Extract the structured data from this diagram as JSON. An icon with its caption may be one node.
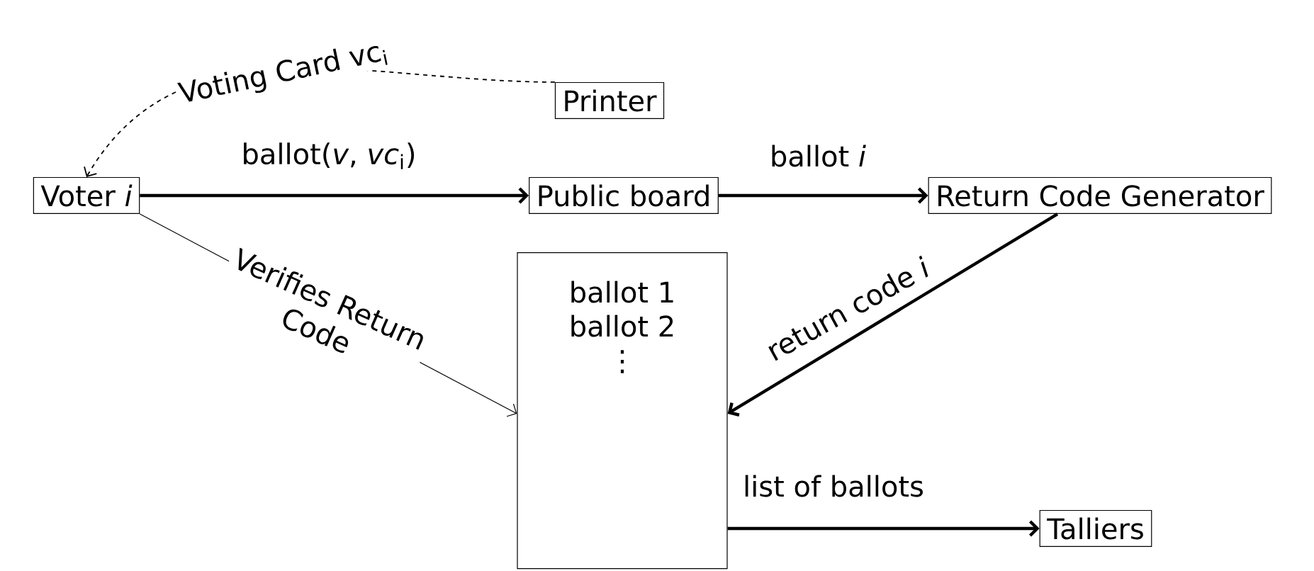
{
  "diagram": {
    "nodes": [
      {
        "text": [
          "Printer"
        ]
      },
      {
        "text": [
          "Voter *i*"
        ]
      },
      {
        "text": [
          "Public board"
        ]
      },
      {
        "text": [
          "Return Code Generator"
        ]
      },
      {
        "text": [
          "ballot 1",
          "ballot 2",
          "⋮"
        ]
      },
      {
        "text": [
          "Talliers"
        ]
      }
    ],
    "edges": [
      {
        "from": 0,
        "to": 1,
        "arrow": "to",
        "style": "dashed",
        "label": "Voting Card vc$_{i}$"
      },
      {
        "from": 1,
        "to": 2,
        "arrow": "to",
        "label": "ballot(*v*, *vc*$_{i}$)"
      },
      {
        "from": 2,
        "to": 3,
        "arrow": "to",
        "label": "ballot *i*"
      },
      {
        "from": 3,
        "to": 4,
        "arrow": "to",
        "label": "return code *i*"
      },
      {
        "from": 1,
        "to": 4,
        "arrow": "to",
        "label": "Verifies Return Code"
      },
      {
        "from": 4,
        "to": 5,
        "arrow": "to",
        "label": "list of ballots"
      }
    ]
  }
}
